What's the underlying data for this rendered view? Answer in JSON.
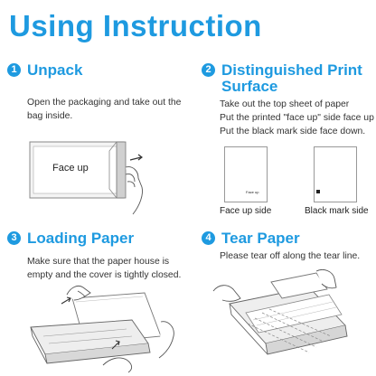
{
  "title": "Using Instruction",
  "steps": [
    {
      "number": "1",
      "title": "Unpack",
      "lines": [
        "Open the packaging and take out the",
        "bag inside."
      ],
      "paper_label": "Face up"
    },
    {
      "number": "2",
      "title_lines": [
        "Distinguished Print",
        "Surface"
      ],
      "lines": [
        "Take out the top sheet of paper",
        "Put the printed \"face up\" side face up",
        "Put the black mark side face down."
      ],
      "sheet_small_label": "Face up",
      "caption_left": "Face up side",
      "caption_right": "Black mark side"
    },
    {
      "number": "3",
      "title": "Loading Paper",
      "lines": [
        "Make sure that the paper house is",
        "empty and the cover is tightly closed."
      ]
    },
    {
      "number": "4",
      "title": "Tear Paper",
      "lines": [
        "Please tear off along the tear line."
      ]
    }
  ],
  "colors": {
    "accent": "#1e9ae0",
    "text": "#333333",
    "illustration_line": "#555555"
  }
}
